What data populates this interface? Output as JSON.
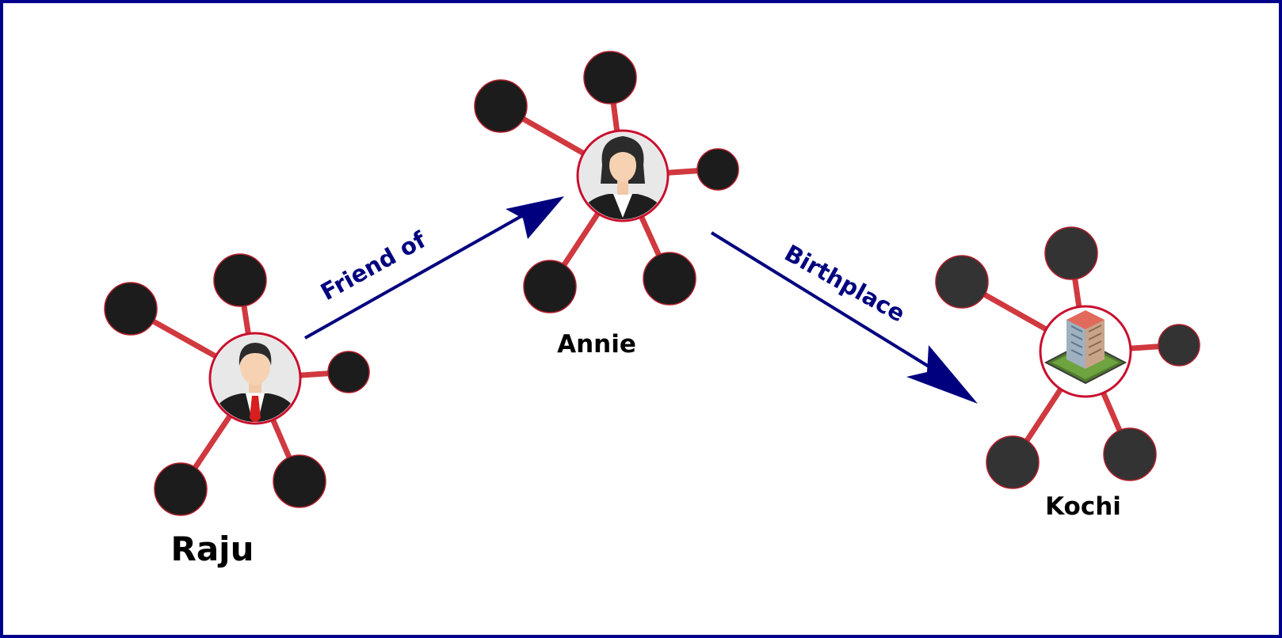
{
  "diagram": {
    "nodes": [
      {
        "id": "raju",
        "label": "Raju",
        "icon": "businessman-icon"
      },
      {
        "id": "annie",
        "label": "Annie",
        "icon": "businesswoman-icon"
      },
      {
        "id": "kochi",
        "label": "Kochi",
        "icon": "building-icon"
      }
    ],
    "edges": [
      {
        "from": "raju",
        "to": "annie",
        "label": "Friend of"
      },
      {
        "from": "annie",
        "to": "kochi",
        "label": "Birthplace"
      }
    ]
  },
  "colors": {
    "border": "#00008b",
    "arrow": "#00007f",
    "spoke": "#d0393f",
    "node_ring": "#c8102e",
    "satellite": "#1c1c1c",
    "satellite_kochi": "#333333",
    "label": "#000000"
  }
}
